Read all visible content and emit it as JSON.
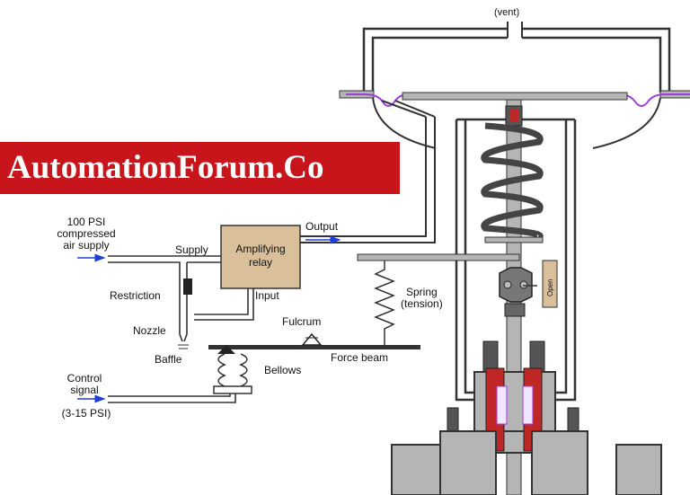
{
  "brand": {
    "text": "AutomationForum.Co",
    "background": "#c8141b",
    "color": "#ffffff"
  },
  "labels": {
    "vent": "(vent)",
    "supply_line1": "100 PSI",
    "supply_line2": "compressed",
    "supply_line3": "air supply",
    "supply": "Supply",
    "relay_line1": "Amplifying",
    "relay_line2": "relay",
    "output": "Output",
    "input": "Input",
    "restriction": "Restriction",
    "nozzle": "Nozzle",
    "baffle": "Baffle",
    "fulcrum": "Fulcrum",
    "bellows": "Bellows",
    "force_beam": "Force beam",
    "spring_line1": "Spring",
    "spring_line2": "(tension)",
    "control_line1": "Control",
    "control_line2": "signal",
    "control_range": "(3-15 PSI)",
    "scale": "Open"
  },
  "colors": {
    "relay_fill": "#d9bf9a",
    "body_gray": "#b5b5b5",
    "packing_red": "#c02828",
    "diaphragm": "#a23be0",
    "arrow_blue": "#1f3fd6"
  }
}
